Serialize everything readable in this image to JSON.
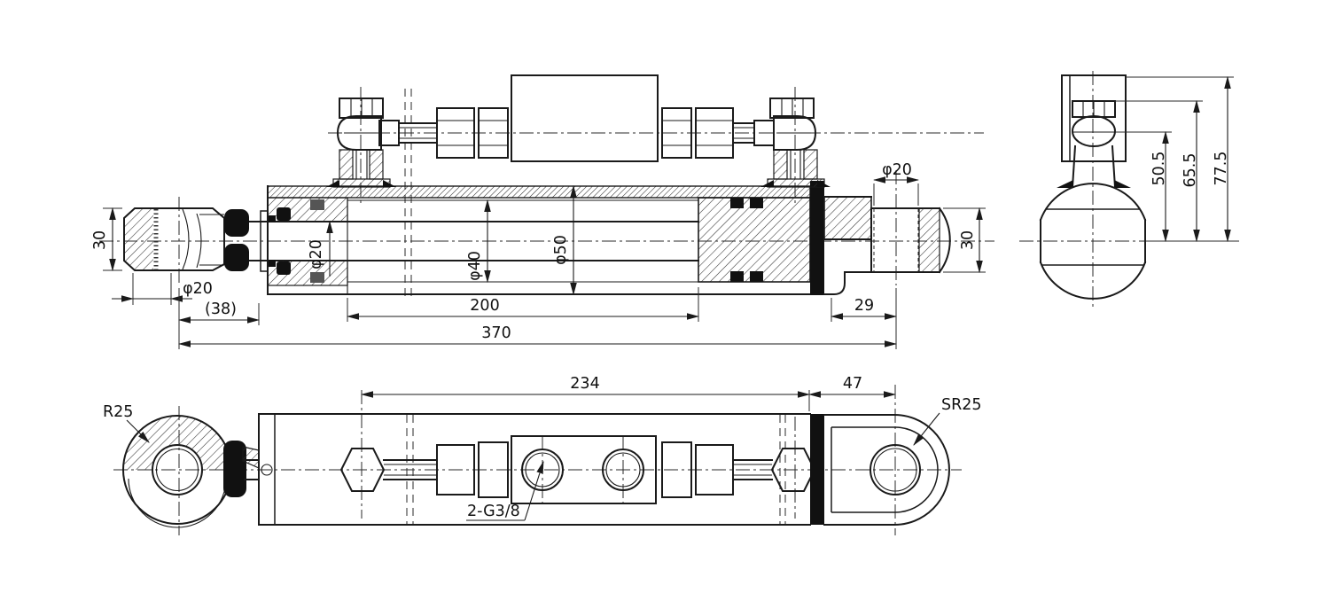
{
  "drawing": {
    "type": "hydraulic-cylinder-engineering-drawing",
    "background": "#ffffff",
    "line_color": "#1a1a1a",
    "views": {
      "front": {
        "dims": {
          "rod_end_width": "30",
          "rod_end_dia": "φ20",
          "extend_len": "(38)",
          "rod_dia": "φ20",
          "bore_dia": "φ40",
          "barrel_dia": "φ50",
          "stroke_len": "200",
          "total_len": "370",
          "clevis_hole_dia": "φ20",
          "clevis_offset": "29",
          "clevis_width": "30"
        }
      },
      "side": {
        "dims": {
          "h1": "50.5",
          "h2": "65.5",
          "h3": "77.5"
        }
      },
      "bottom": {
        "dims": {
          "port_span": "234",
          "clevis_span": "47"
        },
        "labels": {
          "rod_eye_radius": "R25",
          "clevis_sphere": "SR25",
          "ports": "2-G3/8"
        }
      }
    }
  }
}
